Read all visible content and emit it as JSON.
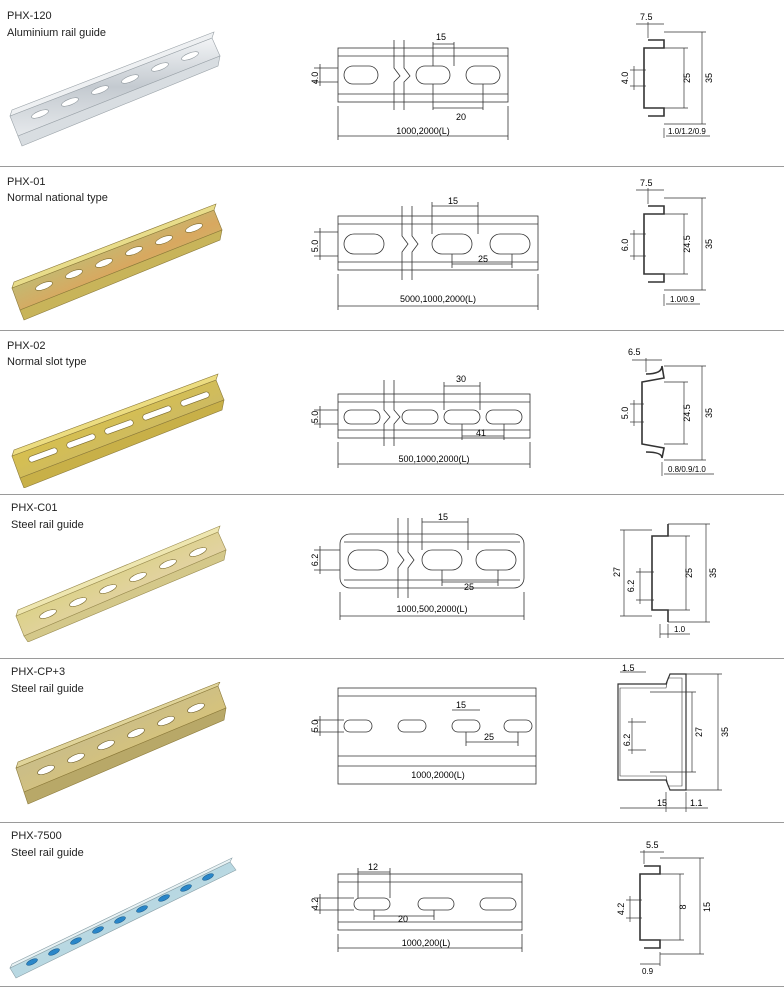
{
  "rails": [
    {
      "code": "PHX-120",
      "description": "Aluminium rail guide",
      "finish": "aluminium",
      "front": {
        "height": "4.0",
        "pitch": "15",
        "slot": "20",
        "length": "1000,2000(L)"
      },
      "side": {
        "top": "7.5",
        "slot": "4.0",
        "inner": "25",
        "outer": "35",
        "thickness": "1.0/1.2/0.9"
      }
    },
    {
      "code": "PHX-01",
      "description": "Normal national type",
      "finish": "galvanized",
      "front": {
        "height": "5.0",
        "pitch": "15",
        "slot": "25",
        "length": "5000,1000,2000(L)"
      },
      "side": {
        "top": "7.5",
        "slot": "6.0",
        "inner": "24.5",
        "outer": "35",
        "thickness": "1.0/0.9"
      }
    },
    {
      "code": "PHX-02",
      "description": "Normal slot type",
      "finish": "galvanized",
      "front": {
        "height": "5.0",
        "pitch": "30",
        "slot": "41",
        "length": "500,1000,2000(L)"
      },
      "side": {
        "top": "6.5",
        "slot": "5.0",
        "inner": "24.5",
        "outer": "35",
        "thickness": "0.8/0.9/1.0"
      }
    },
    {
      "code": "PHX-C01",
      "description": "Steel rail guide",
      "finish": "galvanized",
      "front": {
        "height": "6.2",
        "pitch": "15",
        "slot": "25",
        "length": "1000,500,2000(L)"
      },
      "side": {
        "outer_left": "27",
        "slot": "6.2",
        "inner": "25",
        "outer": "35",
        "thickness": "1.0"
      }
    },
    {
      "code": "PHX-CP+3",
      "description": "Steel rail guide",
      "finish": "galvanized",
      "front": {
        "height": "5.0",
        "pitch": "15",
        "slot": "25",
        "length": "1000,2000(L)"
      },
      "side": {
        "top": "1.5",
        "slot": "6.2",
        "inner": "27",
        "outer": "35",
        "bottom": "15",
        "thickness": "1.1"
      }
    },
    {
      "code": "PHX-7500",
      "description": "Steel rail guide",
      "finish": "blue",
      "front": {
        "height": "4.2",
        "pitch": "12",
        "slot": "20",
        "length": "1000,200(L)"
      },
      "side": {
        "top": "5.5",
        "slot": "4.2",
        "inner": "8",
        "outer": "15",
        "thickness": "0.9"
      }
    }
  ],
  "colors": {
    "line": "#333333",
    "divider": "#9a9a9a"
  }
}
